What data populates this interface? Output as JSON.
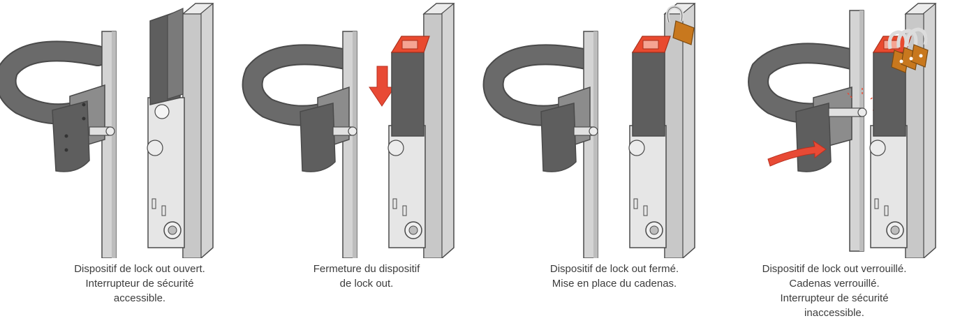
{
  "steps": [
    {
      "id": "open",
      "caption": [
        "Dispositif de lock out ouvert.",
        "Interrupteur de sécurité",
        "accessible."
      ],
      "arrow": "none",
      "padlocks": 0
    },
    {
      "id": "closing",
      "caption": [
        "Fermeture du dispositif",
        "de lock out."
      ],
      "arrow": "down",
      "padlocks": 0
    },
    {
      "id": "closed",
      "caption": [
        "Dispositif de lock out fermé.",
        "Mise en place du cadenas."
      ],
      "arrow": "none",
      "padlocks": 1
    },
    {
      "id": "locked",
      "caption": [
        "Dispositif de lock out verrouillé.",
        "Cadenas verrouillé.",
        "Interrupteur de sécurité",
        "inaccessible."
      ],
      "arrow": "right",
      "padlocks": 3
    }
  ],
  "colors": {
    "outline": "#4a4a4a",
    "post_fill": "#d4d4d4",
    "post_side": "#bdbdbd",
    "switch_body": "#e6e6e6",
    "cover": "#5e5e5e",
    "handle": "#6a6a6a",
    "red_cap": "#e94a2f",
    "arrow_red": "#e84a35",
    "padlock": "#c8781e",
    "caption_text": "#3c3c3c"
  }
}
